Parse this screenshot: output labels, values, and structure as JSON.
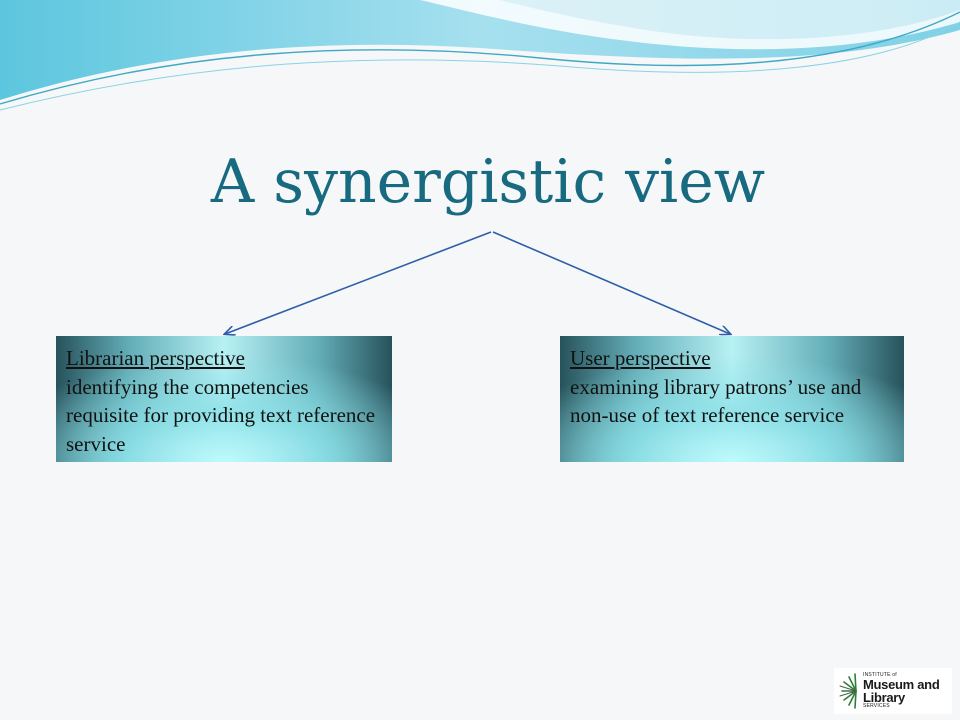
{
  "slide": {
    "title": "A synergistic view"
  },
  "left_box": {
    "heading": "Librarian perspective",
    "body": "identifying the competencies requisite for providing text reference service"
  },
  "right_box": {
    "heading": "User perspective",
    "body": "examining library patrons’ use and non-use of text reference service"
  },
  "logo": {
    "line_top": "INSTITUTE of",
    "line_main": "Museum and Library",
    "line_bottom": "SERVICES"
  },
  "colors": {
    "title": "#176a80",
    "wave_light": "#bfe9f1",
    "wave_mid": "#5fc3dc",
    "arrow": "#2d5fa8"
  }
}
